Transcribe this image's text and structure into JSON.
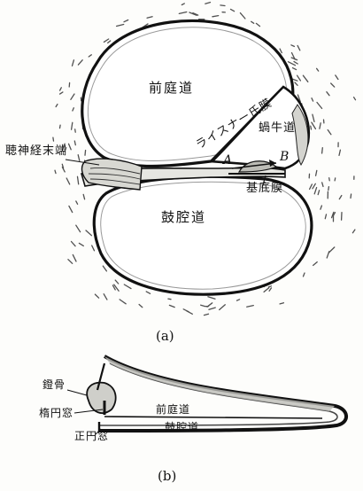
{
  "figure_a": {
    "label_vestibular": "前庭道",
    "label_reissner": "ライスナー氏膜",
    "label_cochlear_duct": "蝸牛道",
    "label_nerve": "聴神経末端",
    "label_point_a": "A",
    "label_point_b": "B",
    "label_basilar": "基底膜",
    "label_tympanic": "鼓腔道",
    "caption": "(a)"
  },
  "figure_b": {
    "label_stapes": "鐙骨",
    "label_oval_window": "楕円窓",
    "label_round_window": "正円窓",
    "label_vestibular": "前庭道",
    "label_tympanic": "鼓腔道",
    "caption": "(b)"
  },
  "colors": {
    "ink": "#111111",
    "paper": "#fdfdfb"
  }
}
